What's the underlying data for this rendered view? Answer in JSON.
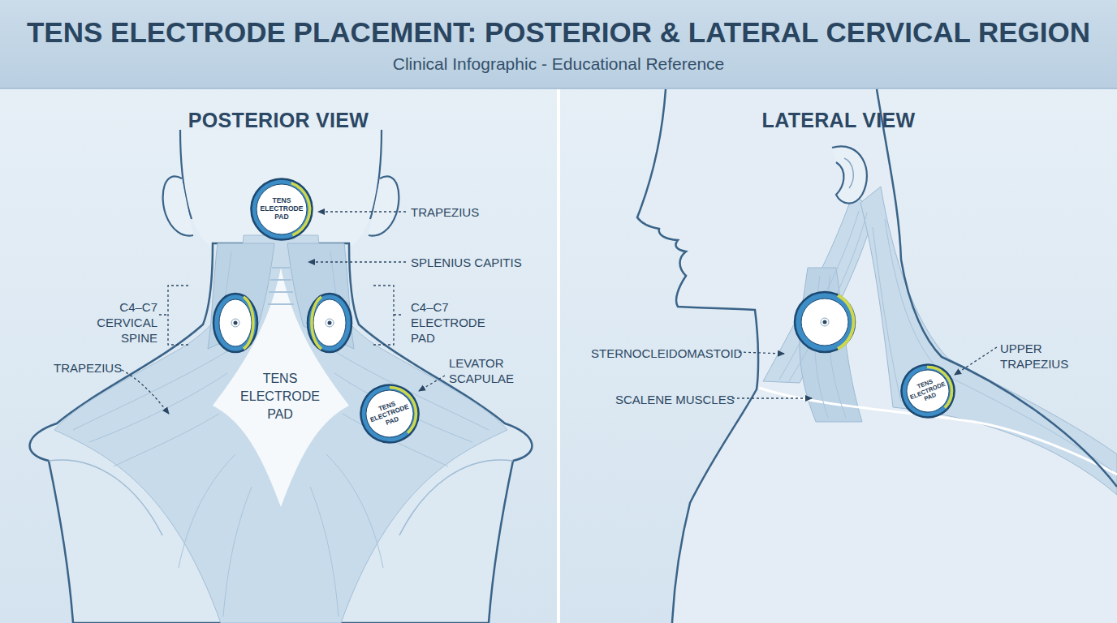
{
  "diagram": {
    "title": "TENS ELECTRODE PLACEMENT: POSTERIOR & LATERAL CERVICAL REGION",
    "nodes": [
      {
        "text": [
          "POSTERIOR VIEW"
        ]
      },
      {
        "text": [
          "TENS ELECTRODE PAD"
        ],
        "in": 0
      },
      {
        "text": [
          "TENS ELECTRODE PAD"
        ],
        "in": 0
      },
      {
        "text": [
          "LATERAL VIEW"
        ]
      },
      {
        "text": [
          "TENS ELECTRODE PAD"
        ],
        "in": 3
      }
    ],
    "labels": [
      "Clinical Infographic - Educational Reference",
      "TRAPEZIUS",
      "SPLENIUS CAPITIS",
      "C4–C7 CERVICAL SPINE",
      "C4–C7 ELECTRODE PAD",
      "TRAPEZIUS",
      "TENS ELECTRODE PAD",
      "LEVATOR SCAPULAE",
      "STERNOCLEIDOMASTOID",
      "SCALENE MUSCLES",
      "UPPER TRAPEZIUS"
    ]
  }
}
